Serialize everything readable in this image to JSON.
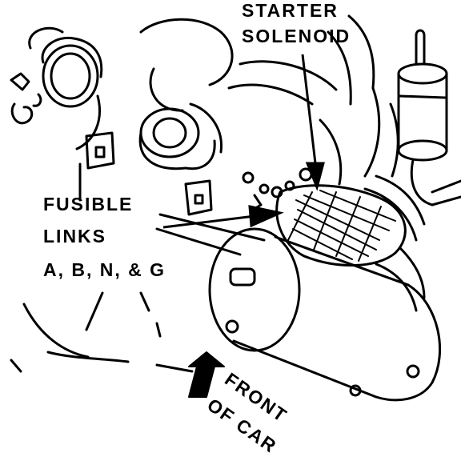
{
  "labels": {
    "starter_solenoid_line1": "STARTER",
    "starter_solenoid_line2": "SOLENOID",
    "fusible_links_line1": "FUSIBLE",
    "fusible_links_line2": "LINKS",
    "fusible_links_line3": "A, B, N, & G",
    "front_of_car_line1": "FRONT",
    "front_of_car_line2": "OF CAR"
  },
  "colors": {
    "ink": "#000000",
    "background": "#ffffff"
  },
  "icons": [
    "direction-arrow-icon"
  ]
}
